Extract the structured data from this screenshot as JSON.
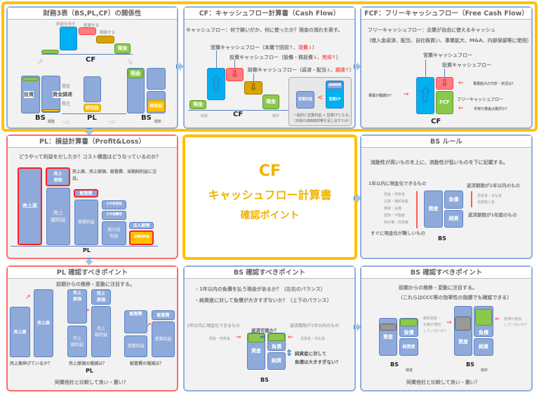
{
  "colors": {
    "frame": "#ffc000",
    "box": "#8eaadb",
    "operating": "#00b0f0",
    "investing": "#ff7c80",
    "financing": "#d9a400",
    "cash": "#8cc84b",
    "accent": "#ff5a5a"
  },
  "p1": {
    "title": "財務3表（BS,PL,CF）の関係性",
    "earn": "利益を出す",
    "invest": "投資する",
    "raise": "調達する",
    "cash": "現金",
    "cf": "CF",
    "invest_box": "投資",
    "fund_box": "資金調達",
    "debt": "借金",
    "shareholder": "株主",
    "bs": "BS",
    "start": "期首",
    "pl": "PL",
    "net_income": "純利益",
    "end": "期末"
  },
  "p2": {
    "title": "CF：キャッシュフロー計算書（Cash Flow）",
    "desc": "キャッシュフロー：何で稼いだか、何に使ったか？現金の流れを表す。",
    "op": "営業キャッシュフロー（本業で回収↑、",
    "op_red": "消費↓",
    "op_end": "）",
    "inv": "投資キャッシュフロー（設備・株投資↓、",
    "inv_red": "売却↑",
    "inv_end": "）",
    "fin": "財務キャッシュフロー（返済・配当↓、",
    "fin_red": "調達↑",
    "fin_end": "）",
    "cash": "現金",
    "cf": "CF",
    "start": "期首",
    "end": "期末",
    "op_profit": "営業利益",
    "lt": "<",
    "op_cf": "営業CF",
    "dep": "減価償却費",
    "note1": "一般的に営業利益 < 営業CFとなる。",
    "note2": "（多額の減価償却費を足し戻すため）"
  },
  "p3": {
    "title": "FCF：フリーキャッシュフロー（Free Cash Flow）",
    "desc1": "フリーキャッシュフロー：企業が自由に使えるキャッシュ",
    "desc2": "（借入金返済、配当、自社株買い、事業拡大、M&A、内部保留等に使用）",
    "op": "営業キャッシュフロー",
    "inv": "投資キャッシュフロー",
    "q_business": "事業が順調か？",
    "q_expand": "事業拡大の方針・状況は？",
    "fcf_label": "フリーキャッシュフロー",
    "q_cash": "手持ち資金は潤沢か？",
    "fcf": "FCF",
    "cf": "CF"
  },
  "p4": {
    "title": "PL：損益計算書（Profit&Loss）",
    "desc": "どうやって利益をだしたか？コスト構造はどうなっているのか？",
    "note1": "売上高、売上原価、販管費、当期純利益に注",
    "note2": "目。",
    "sales": "売上高",
    "cogs": "売上\n原価",
    "gross": "売上\n総利益",
    "sga": "販管費",
    "op": "営業利益",
    "other_inc": "その他収益",
    "other_exp": "その他費用",
    "pretax": "税引前\n利益",
    "tax": "法人税等",
    "net": "当期純利益",
    "pl": "PL"
  },
  "center": {
    "l1": "CF",
    "l2": "キャッシュフロー計算書",
    "l3": "確認ポイント"
  },
  "p5": {
    "title": "BS ルール",
    "desc": "流動性が高いものを上に、流動性が低いものを下に記載する。",
    "within": "1年以内に現金化できるもの",
    "assets_list": [
      "現金・売掛金",
      "在庫・棚卸資産",
      "機械・設備",
      "建物・不動産",
      "特許権・商標権"
    ],
    "hard": "すぐに現金化が難しいもの",
    "asset": "資産",
    "liab": "負債",
    "equity": "純資",
    "due1": "返済期限が1年以内のもの",
    "liab_list": [
      "買掛金・未払金",
      "長期借入金"
    ],
    "due2": "返済期限が1年超のもの",
    "bs": "BS"
  },
  "p6": {
    "title": "PL 確認すべきポイント",
    "desc": "前期からの推移・変動に注目する。",
    "sales": "売上高",
    "cogs": "売上\n原価",
    "gross": "売上\n総利益",
    "sga": "販管費",
    "op": "営業利益",
    "q1": "売上高伸びているか？",
    "q2": "売上原価の増減は？",
    "q3": "販管費の増減は？",
    "pl": "PL",
    "compare": "同業他社と比較して良い・悪い？"
  },
  "p7": {
    "title": "BS 確認すべきポイント",
    "b1": "・1年以内の負債を払う現金があるか？（左右のバランス）",
    "b2": "・純資産に対して負債が大きすぎないか？（上下のバランス）",
    "within": "1年以内に現金化できるもの",
    "repay": "返済可能か？",
    "due1": "返済期限が1年以内のもの",
    "cash": "現金・売掛金",
    "payable": "買掛金・未払金",
    "asset": "資産",
    "liab": "負債",
    "equity": "純資",
    "q1": "純資産に対して",
    "q2": "負債は大きすぎない？",
    "bs": "BS"
  },
  "p8": {
    "title": "BS 確認すべきポイント",
    "desc1": "前期からの推移・変動に注目する。",
    "desc2": "（これらはCCC等の効率性の指標でも確認できる）",
    "asset": "資産",
    "liab": "負債",
    "equity_full": "純資産",
    "equity": "純資",
    "bs": "BS",
    "start": "期首",
    "end": "期末",
    "q_inv1": "棚卸資産・",
    "q_inv2": "在庫が増加",
    "q_inv3": "していないか？",
    "q_liab1": "負債が増加",
    "q_liab2": "していないか？",
    "compare": "同業他社と比較して良い・悪い？"
  }
}
